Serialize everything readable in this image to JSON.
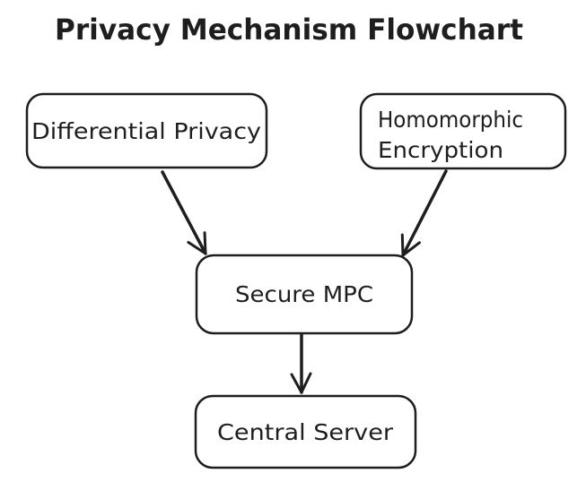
{
  "title": "Privacy Mechanism Flowchart",
  "colors": {
    "ink": "#1e1e1e",
    "background": "#ffffff"
  },
  "nodes": [
    {
      "id": "differential-privacy",
      "label": "Differential Privacy"
    },
    {
      "id": "homomorphic-encryption",
      "label": "Homomorphic Encryption",
      "lines": [
        "Homomorphic",
        "Encryption"
      ]
    },
    {
      "id": "secure-mpc",
      "label": "Secure MPC"
    },
    {
      "id": "central-server",
      "label": "Central Server"
    }
  ],
  "edges": [
    {
      "from": "Differential Privacy",
      "to": "Secure MPC"
    },
    {
      "from": "Homomorphic Encryption",
      "to": "Secure MPC"
    },
    {
      "from": "Secure MPC",
      "to": "Central Server"
    }
  ]
}
